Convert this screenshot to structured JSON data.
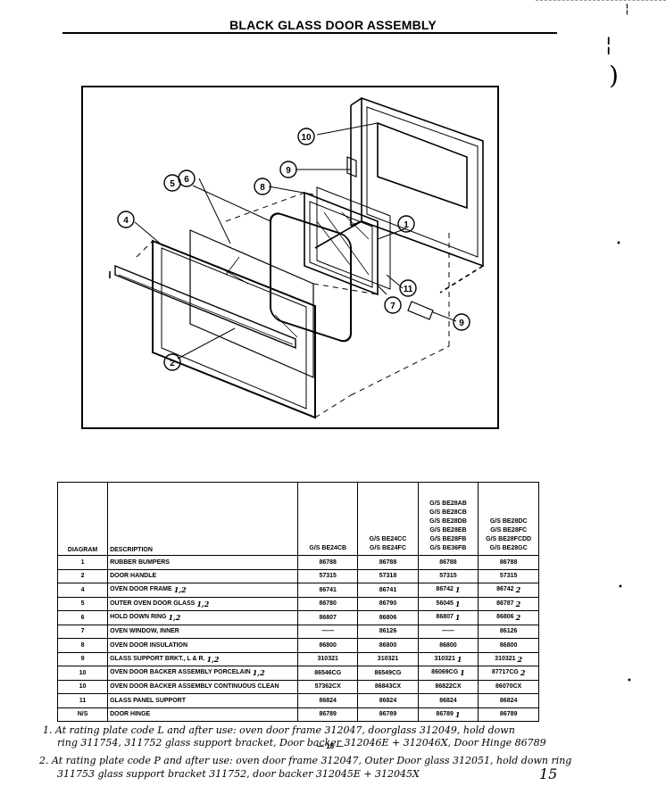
{
  "title": "BLACK GLASS DOOR ASSEMBLY",
  "callouts": [
    "1",
    "2",
    "4",
    "5",
    "6",
    "7",
    "8",
    "9",
    "9",
    "10",
    "11"
  ],
  "table": {
    "headers": {
      "diagram": "DIAGRAM",
      "description": "DESCRIPTION",
      "models": [
        [
          "G/S BE24CB"
        ],
        [
          "G/S BE24CC",
          "G/S BE24FC"
        ],
        [
          "G/S BE28AB",
          "G/S BE28CB",
          "G/S BE28DB",
          "G/S BE28EB",
          "G/S BE28FB",
          "G/S BE36FB"
        ],
        [
          "G/S BE28DC",
          "G/S BE28FC",
          "G/S BE28FCDD",
          "G/S BE28GC"
        ]
      ]
    },
    "rows": [
      {
        "diagram": "1",
        "description": "RUBBER BUMPERS",
        "fn": "",
        "values": [
          "86788",
          "86788",
          "86788",
          "86788"
        ],
        "vfn": [
          "",
          "",
          "",
          ""
        ]
      },
      {
        "diagram": "2",
        "description": "DOOR HANDLE",
        "fn": "",
        "values": [
          "57315",
          "57318",
          "57315",
          "57315"
        ],
        "vfn": [
          "",
          "",
          "",
          ""
        ]
      },
      {
        "diagram": "4",
        "description": "OVEN DOOR FRAME",
        "fn": "1,2",
        "values": [
          "86741",
          "86741",
          "86742",
          "86742"
        ],
        "vfn": [
          "",
          "",
          "1",
          "2"
        ]
      },
      {
        "diagram": "5",
        "description": "OUTER OVEN DOOR GLASS",
        "fn": "1,2",
        "values": [
          "86780",
          "86790",
          "56045",
          "86787"
        ],
        "vfn": [
          "",
          "",
          "1",
          "2"
        ]
      },
      {
        "diagram": "6",
        "description": "HOLD DOWN RING",
        "fn": "1,2",
        "values": [
          "86807",
          "86806",
          "86807",
          "86806"
        ],
        "vfn": [
          "",
          "",
          "1",
          "2"
        ]
      },
      {
        "diagram": "7",
        "description": "OVEN WINDOW, INNER",
        "fn": "",
        "values": [
          "——",
          "86126",
          "——",
          "86126"
        ],
        "vfn": [
          "",
          "",
          "",
          ""
        ]
      },
      {
        "diagram": "8",
        "description": "OVEN DOOR INSULATION",
        "fn": "",
        "values": [
          "86800",
          "86800",
          "86800",
          "86800"
        ],
        "vfn": [
          "",
          "",
          "",
          ""
        ]
      },
      {
        "diagram": "9",
        "description": "GLASS SUPPORT BRKT., L & R.",
        "fn": "1,2",
        "values": [
          "310321",
          "310321",
          "310321",
          "310321"
        ],
        "vfn": [
          "",
          "",
          "1",
          "2"
        ]
      },
      {
        "diagram": "10",
        "description": "OVEN DOOR BACKER ASSEMBLY PORCELAIN",
        "fn": "1,2",
        "values": [
          "86546CG",
          "86549CG",
          "86069CG",
          "87717CG"
        ],
        "vfn": [
          "",
          "",
          "1",
          "2"
        ]
      },
      {
        "diagram": "10",
        "description": "OVEN DOOR BACKER ASSEMBLY CONTINUOUS CLEAN",
        "fn": "",
        "values": [
          "57362CX",
          "86843CX",
          "86822CX",
          "86070CX"
        ],
        "vfn": [
          "",
          "",
          "",
          ""
        ]
      },
      {
        "diagram": "11",
        "description": "GLASS PANEL SUPPORT",
        "fn": "",
        "values": [
          "86824",
          "86824",
          "86824",
          "86824"
        ],
        "vfn": [
          "",
          "",
          "",
          ""
        ]
      },
      {
        "diagram": "N/S",
        "description": "DOOR HINGE",
        "fn": "",
        "values": [
          "86789",
          "86789",
          "86789",
          "86789"
        ],
        "vfn": [
          "",
          "",
          "1",
          ""
        ]
      }
    ]
  },
  "notes": {
    "n1a": "1. At rating plate code L and after use: oven door frame 312047, doorglass 312049, hold down",
    "n1b": "ring 311754, 311752 glass support bracket, Door backer 312046E + 312046X, Door Hinge 86789",
    "n2a": "2. At rating plate code P and after use: oven door frame 312047, Outer Door glass 312051, hold down ring",
    "n2b": "311753 glass support bracket 311752, door backer 312045E + 312045X"
  },
  "page_number": "— 18 —",
  "handwritten_page": "15"
}
